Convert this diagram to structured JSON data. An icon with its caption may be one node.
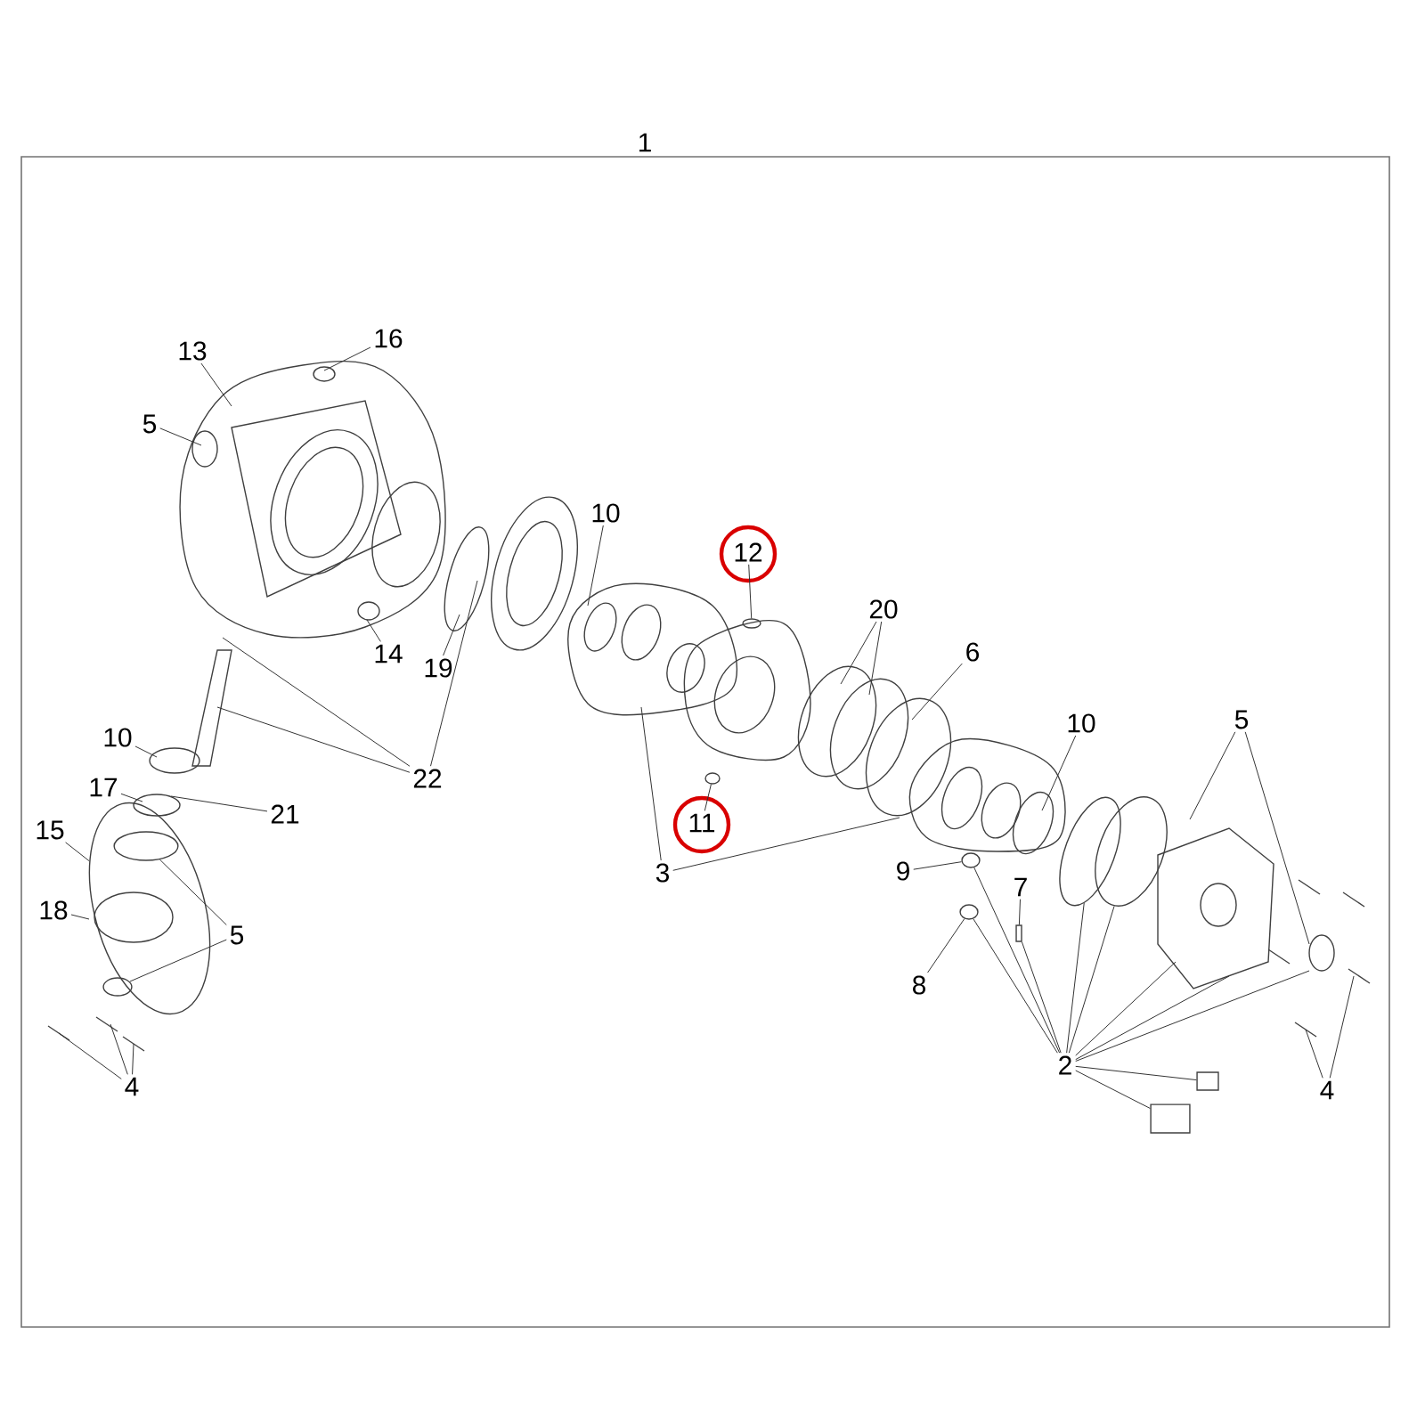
{
  "diagram": {
    "nodes": [
      {
        "text": [
          "1"
        ]
      },
      {
        "text": [
          "13"
        ],
        "in": 0
      },
      {
        "text": [
          "16"
        ],
        "in": 0
      },
      {
        "text": [
          "5"
        ],
        "in": 0
      },
      {
        "text": [
          "10"
        ],
        "in": 0
      },
      {
        "text": [
          "12"
        ],
        "in": 0
      },
      {
        "text": [
          "20"
        ],
        "in": 0
      },
      {
        "text": [
          "6"
        ],
        "in": 0
      },
      {
        "text": [
          "14"
        ],
        "in": 0
      },
      {
        "text": [
          "19"
        ],
        "in": 0
      },
      {
        "text": [
          "10"
        ],
        "in": 0
      },
      {
        "text": [
          "5"
        ],
        "in": 0
      },
      {
        "text": [
          "22"
        ],
        "in": 0
      },
      {
        "text": [
          "10"
        ],
        "in": 0
      },
      {
        "text": [
          "17"
        ],
        "in": 0
      },
      {
        "text": [
          "21"
        ],
        "in": 0
      },
      {
        "text": [
          "3"
        ],
        "in": 0
      },
      {
        "text": [
          "11"
        ],
        "in": 0
      },
      {
        "text": [
          "9"
        ],
        "in": 0
      },
      {
        "text": [
          "15"
        ],
        "in": 0
      },
      {
        "text": [
          "18"
        ],
        "in": 0
      },
      {
        "text": [
          "5"
        ],
        "in": 0
      },
      {
        "text": [
          "7"
        ],
        "in": 0
      },
      {
        "text": [
          "8"
        ],
        "in": 0
      },
      {
        "text": [
          "4"
        ],
        "in": 0
      },
      {
        "text": [
          "2"
        ],
        "in": 0
      },
      {
        "text": [
          "4"
        ],
        "in": 0
      },
      {
        "text": [],
        "shape": "circle",
        "in": 0
      },
      {
        "text": [],
        "shape": "circle",
        "in": 0
      },
      {
        "text": [],
        "shape": "circle",
        "in": 0
      },
      {
        "text": [],
        "shape": "circle",
        "in": 0
      },
      {
        "text": [],
        "shape": "box",
        "in": 0
      },
      {
        "text": [],
        "shape": "circle",
        "in": 0
      },
      {
        "text": [],
        "shape": "box",
        "in": 0
      },
      {
        "text": [],
        "shape": "box",
        "in": 0
      },
      {
        "text": [],
        "shape": "circle",
        "in": 0
      },
      {
        "text": [],
        "shape": "circle",
        "in": 35
      },
      {
        "text": [],
        "shape": "circle",
        "in": 35
      },
      {
        "text": [],
        "shape": "circle",
        "in": 0
      }
    ],
    "edges": [
      {
        "from": 1,
        "to": null,
        "arrow": "none"
      },
      {
        "from": 2,
        "to": null,
        "arrow": "none"
      },
      {
        "from": 3,
        "to": null,
        "arrow": "none"
      },
      {
        "from": 4,
        "to": null,
        "arrow": "none"
      },
      {
        "from": 5,
        "to": 27,
        "arrow": "none"
      },
      {
        "from": 6,
        "to": null,
        "arrow": "none"
      },
      {
        "from": 6,
        "to": null,
        "arrow": "none"
      },
      {
        "from": 7,
        "to": null,
        "arrow": "none"
      },
      {
        "from": 8,
        "to": null,
        "arrow": "none"
      },
      {
        "from": 9,
        "to": null,
        "arrow": "none"
      },
      {
        "from": 10,
        "to": null,
        "arrow": "none"
      },
      {
        "from": 11,
        "to": null,
        "arrow": "none"
      },
      {
        "from": 11,
        "to": null,
        "arrow": "none"
      },
      {
        "from": 12,
        "to": null,
        "arrow": "none"
      },
      {
        "from": 12,
        "to": null,
        "arrow": "none"
      },
      {
        "from": 12,
        "to": null,
        "arrow": "none"
      },
      {
        "from": 13,
        "to": null,
        "arrow": "none"
      },
      {
        "from": 14,
        "to": null,
        "arrow": "none"
      },
      {
        "from": 15,
        "to": null,
        "arrow": "none"
      },
      {
        "from": 16,
        "to": null,
        "arrow": "none"
      },
      {
        "from": 16,
        "to": null,
        "arrow": "none"
      },
      {
        "from": 17,
        "to": 28,
        "arrow": "none"
      },
      {
        "from": 18,
        "to": 29,
        "arrow": "none"
      },
      {
        "from": 19,
        "to": 35,
        "arrow": "none"
      },
      {
        "from": 20,
        "to": null,
        "arrow": "none"
      },
      {
        "from": 21,
        "to": 36,
        "arrow": "none"
      },
      {
        "from": 21,
        "to": 37,
        "arrow": "none"
      },
      {
        "from": 22,
        "to": 31,
        "arrow": "none"
      },
      {
        "from": 23,
        "to": 30,
        "arrow": "none"
      },
      {
        "from": 24,
        "to": null,
        "arrow": "none"
      },
      {
        "from": 24,
        "to": null,
        "arrow": "none"
      },
      {
        "from": 24,
        "to": null,
        "arrow": "none"
      },
      {
        "from": 25,
        "to": 30,
        "arrow": "none"
      },
      {
        "from": 25,
        "to": 29,
        "arrow": "none"
      },
      {
        "from": 25,
        "to": 31,
        "arrow": "none"
      },
      {
        "from": 25,
        "to": 32,
        "arrow": "none"
      },
      {
        "from": 25,
        "to": 38,
        "arrow": "none"
      },
      {
        "from": 25,
        "to": null,
        "arrow": "none"
      },
      {
        "from": 25,
        "to": null,
        "arrow": "none"
      },
      {
        "from": 25,
        "to": null,
        "arrow": "none"
      },
      {
        "from": 25,
        "to": 33,
        "arrow": "none"
      },
      {
        "from": 25,
        "to": 34,
        "arrow": "none"
      },
      {
        "from": 26,
        "to": null,
        "arrow": "none"
      },
      {
        "from": 26,
        "to": null,
        "arrow": "none"
      }
    ]
  }
}
